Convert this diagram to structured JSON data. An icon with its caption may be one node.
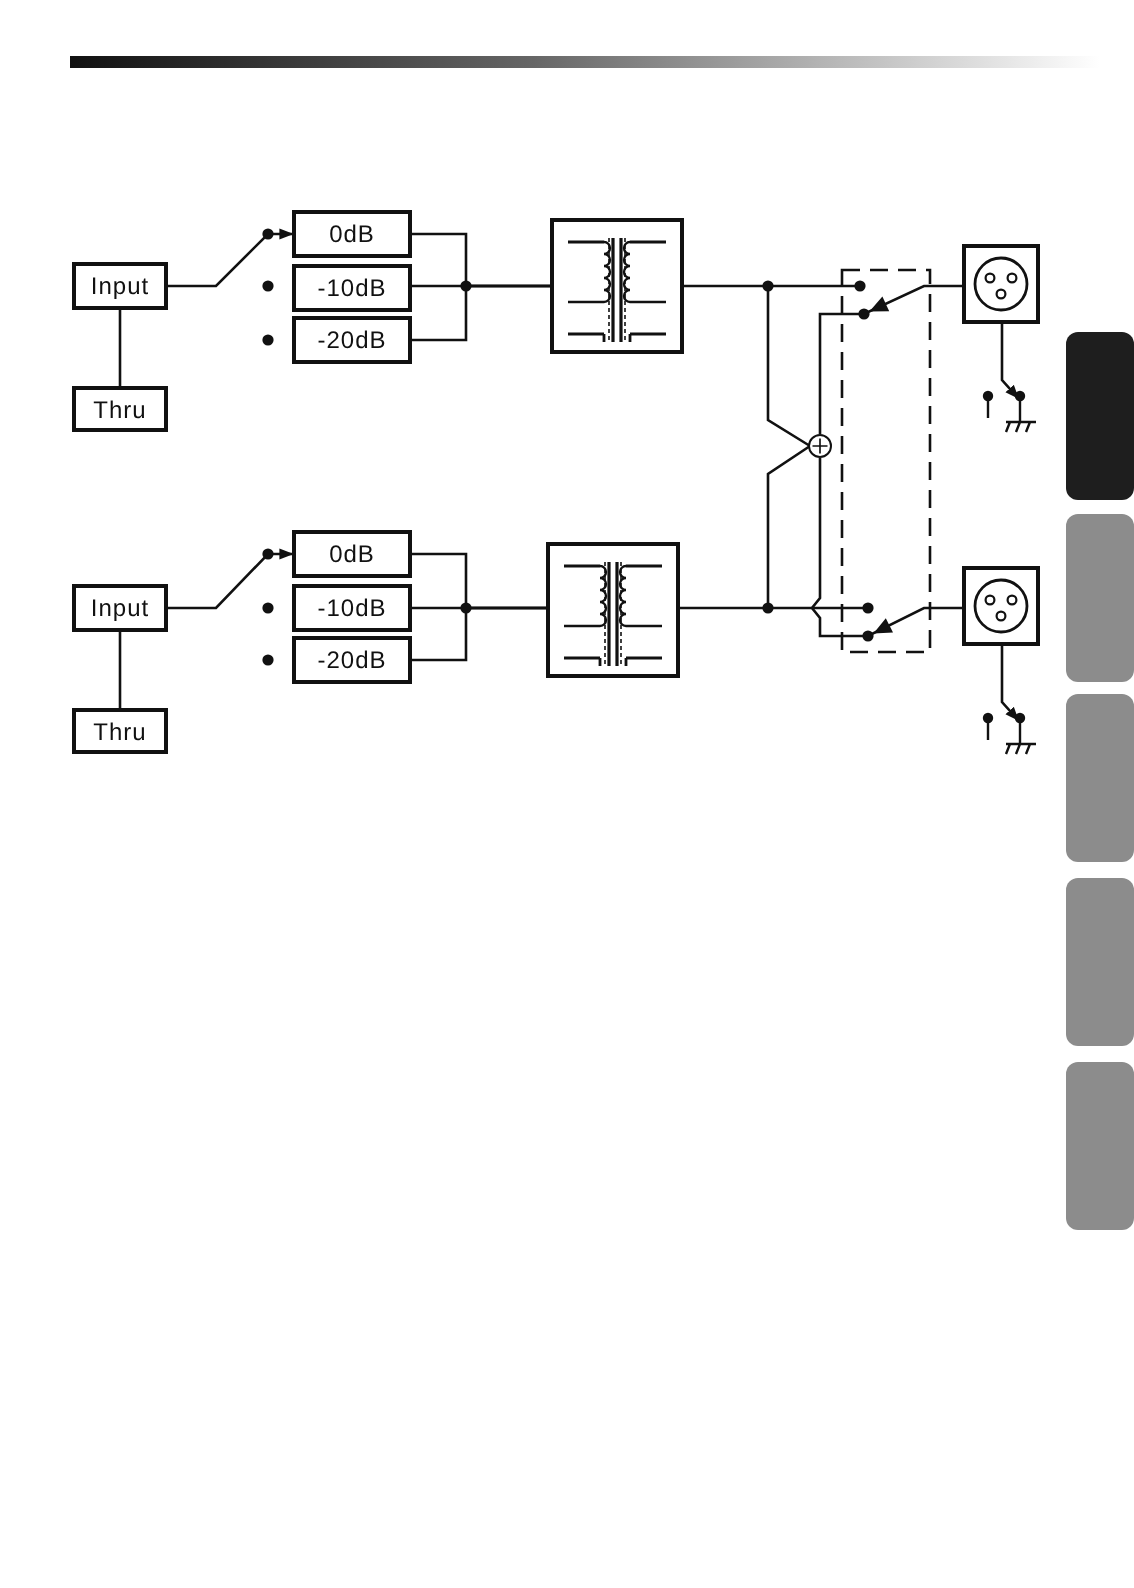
{
  "diagram": {
    "nodes": [
      {
        "text": [
          "Input"
        ]
      },
      {
        "text": [
          "Thru"
        ]
      },
      {
        "text": [
          "0dB"
        ]
      },
      {
        "text": [
          "-10dB"
        ]
      },
      {
        "text": [
          "-20dB"
        ]
      },
      {
        "text": [],
        "shape": "box"
      },
      {
        "text": [],
        "shape": "box"
      },
      {
        "text": [],
        "shape": "circle"
      },
      {
        "text": [
          "Input"
        ]
      },
      {
        "text": [
          "Thru"
        ]
      },
      {
        "text": [
          "0dB"
        ]
      },
      {
        "text": [
          "-10dB"
        ]
      },
      {
        "text": [
          "-20dB"
        ]
      },
      {
        "text": [],
        "shape": "box"
      },
      {
        "text": [],
        "shape": "box"
      }
    ],
    "edges": [
      {
        "from": 0,
        "to": 1,
        "arrow": "none"
      },
      {
        "from": 0,
        "to": 2,
        "arrow": "to"
      },
      {
        "from": 2,
        "to": 5,
        "arrow": "none"
      },
      {
        "from": 3,
        "to": 5,
        "arrow": "none"
      },
      {
        "from": 4,
        "to": 5,
        "arrow": "none"
      },
      {
        "from": 5,
        "to": 7,
        "arrow": "none"
      },
      {
        "from": 6,
        "to": 7,
        "arrow": "to"
      },
      {
        "from": 8,
        "to": 9,
        "arrow": "none"
      },
      {
        "from": 8,
        "to": 10,
        "arrow": "to"
      },
      {
        "from": 10,
        "to": 13,
        "arrow": "none"
      },
      {
        "from": 11,
        "to": 13,
        "arrow": "none"
      },
      {
        "from": 12,
        "to": 13,
        "arrow": "none"
      },
      {
        "from": 13,
        "to": 7,
        "arrow": "none"
      },
      {
        "from": 14,
        "to": 7,
        "arrow": "to"
      }
    ]
  }
}
